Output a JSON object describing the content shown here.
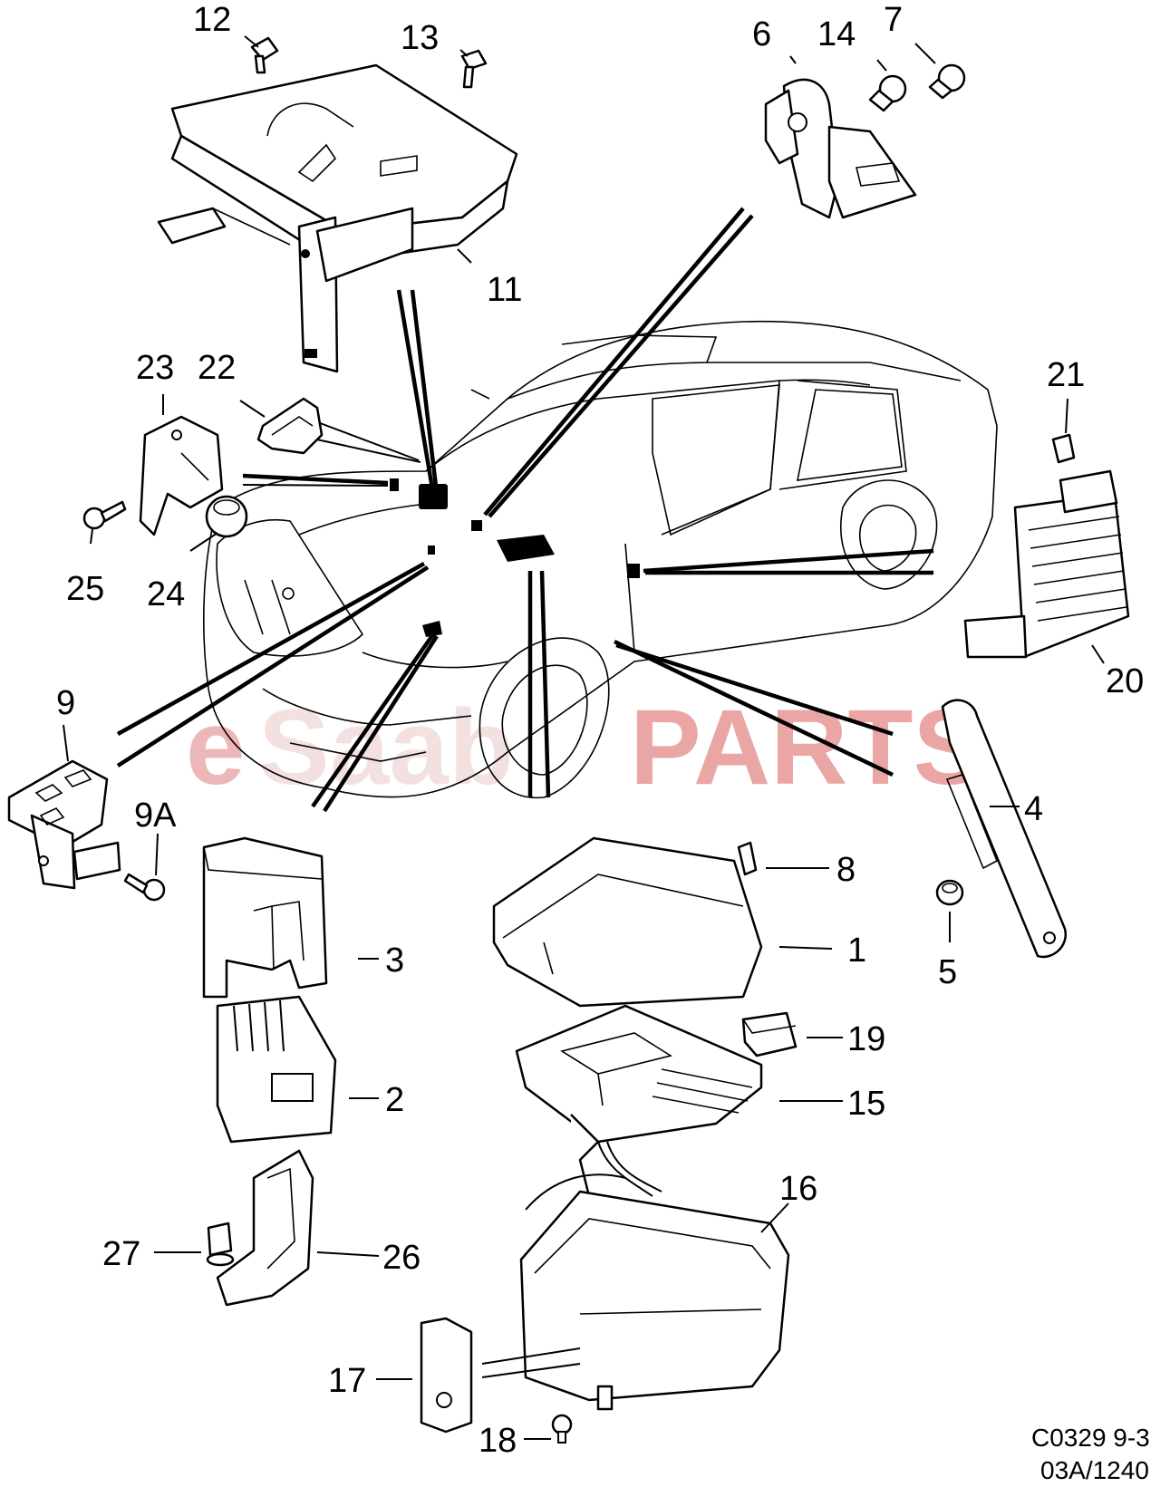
{
  "watermark": {
    "part1": "e",
    "part2": "Saab",
    "part3": "PARTS",
    "color_e": "#e8a0a0",
    "color_saab": "#f0d0d0",
    "color_parts": "#e48888"
  },
  "callouts": [
    "1",
    "2",
    "3",
    "4",
    "5",
    "6",
    "7",
    "8",
    "9",
    "9A",
    "11",
    "12",
    "13",
    "14",
    "15",
    "16",
    "17",
    "18",
    "19",
    "20",
    "21",
    "22",
    "23",
    "24",
    "25",
    "26",
    "27"
  ],
  "diagram_code": {
    "line1": "C0329 9-3",
    "line2": "03A/1240"
  }
}
